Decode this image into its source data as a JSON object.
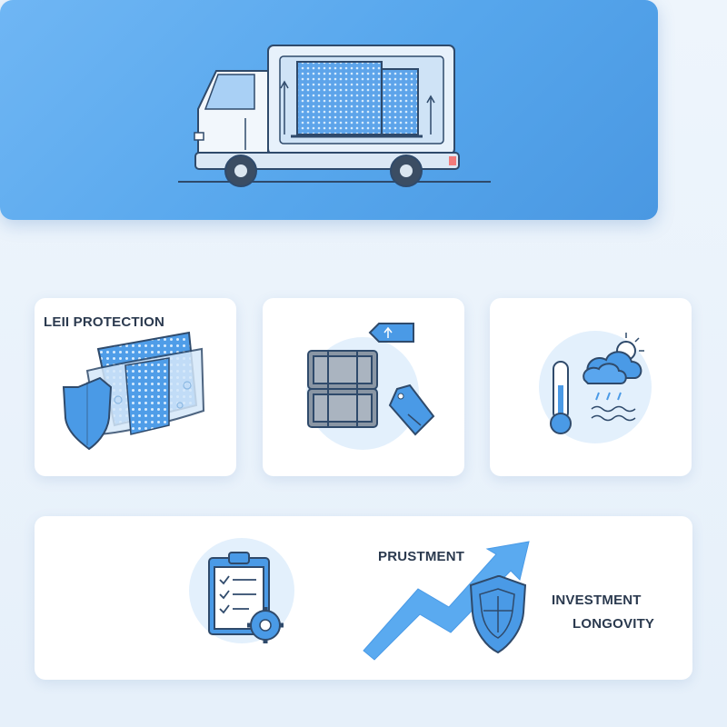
{
  "hero": {
    "illustration": "moving-truck-with-solar-panels"
  },
  "cards": {
    "protection": {
      "label": "LEII PROTECTION",
      "icons": [
        "wrapped-panel-icon",
        "shield-icon"
      ]
    },
    "packing": {
      "icons": [
        "crates-icon",
        "tag-icon",
        "arrow-tag-icon"
      ]
    },
    "weather": {
      "icons": [
        "thermometer-icon",
        "cloud-sun-rain-icon",
        "wave-icon"
      ]
    },
    "investment": {
      "prustment_label": "PRUSTMENT",
      "investment_label": "INVESTMENT",
      "longovity_label": "LONGOVITY",
      "icons": [
        "clipboard-checklist-icon",
        "gear-icon",
        "trend-arrow-icon",
        "shield-icon"
      ]
    }
  },
  "colors": {
    "hero_bg": "#5aaaee",
    "accent_blue": "#4a9ae6",
    "outline": "#2f4a6b",
    "card_bg": "#ffffff",
    "page_bg": "#eaf2fb"
  }
}
